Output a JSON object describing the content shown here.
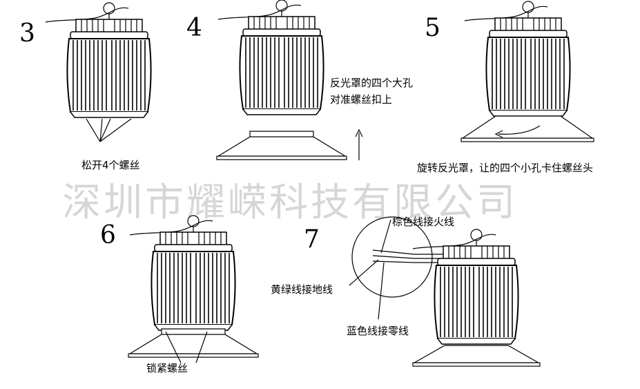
{
  "watermark": "深圳市耀嵘科技有限公司",
  "steps": [
    {
      "number": "3",
      "caption": "松开4个螺丝"
    },
    {
      "number": "4",
      "caption_lines": [
        "反光罩的四个大孔",
        "对准螺丝扣上"
      ]
    },
    {
      "number": "5",
      "caption": "旋转反光罩，让的四个小孔卡住螺丝头"
    },
    {
      "number": "6",
      "caption": "锁紧螺丝"
    },
    {
      "number": "7",
      "wires": [
        "棕色线接火线",
        "黄绿线接地线",
        "蓝色线接零线"
      ]
    }
  ]
}
